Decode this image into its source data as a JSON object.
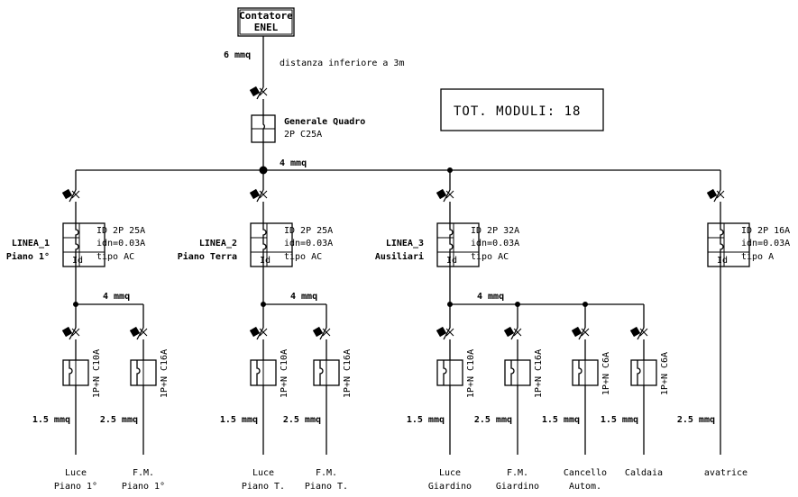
{
  "contatore": {
    "line1": "Contatore",
    "line2": "ENEL"
  },
  "supply_section": "6 mmq",
  "distance_note": "distanza inferiore a 3m",
  "totale_moduli": "TOT. MODULI: 18",
  "generale": {
    "name": "Generale Quadro",
    "rating": "2P C25A"
  },
  "bus_section": "4 mmq",
  "lines": [
    {
      "name": "LINEA_1",
      "location": "Piano 1°",
      "rating": "ID 2P 25A",
      "idn": "idn=0.03A",
      "type": "tipo AC",
      "sub_section": "4 mmq",
      "branches": [
        {
          "breaker": "1P+N C10A",
          "section": "1.5 mmq",
          "load_l1": "Luce",
          "load_l2": "Piano 1°"
        },
        {
          "breaker": "1P+N C16A",
          "section": "2.5 mmq",
          "load_l1": "F.M.",
          "load_l2": "Piano 1°"
        }
      ]
    },
    {
      "name": "LINEA_2",
      "location": "Piano Terra",
      "rating": "ID 2P 25A",
      "idn": "idn=0.03A",
      "type": "tipo AC",
      "sub_section": "4 mmq",
      "branches": [
        {
          "breaker": "1P+N C10A",
          "section": "1.5 mmq",
          "load_l1": "Luce",
          "load_l2": "Piano T."
        },
        {
          "breaker": "1P+N C16A",
          "section": "2.5 mmq",
          "load_l1": "F.M.",
          "load_l2": "Piano T."
        }
      ]
    },
    {
      "name": "LINEA_3",
      "location": "Ausiliari",
      "rating": "ID 2P 32A",
      "idn": "idn=0.03A",
      "type": "tipo AC",
      "sub_section": "4 mmq",
      "branches": [
        {
          "breaker": "1P+N C10A",
          "section": "1.5 mmq",
          "load_l1": "Luce",
          "load_l2": "Giardino"
        },
        {
          "breaker": "1P+N C16A",
          "section": "2.5 mmq",
          "load_l1": "F.M.",
          "load_l2": "Giardino"
        },
        {
          "breaker": "1P+N C6A",
          "section": "1.5 mmq",
          "load_l1": "Cancello",
          "load_l2": "Autom."
        },
        {
          "breaker": "1P+N C6A",
          "section": "1.5 mmq",
          "load_l1": "Caldaia",
          "load_l2": ""
        }
      ]
    },
    {
      "name": "",
      "location": "",
      "rating": "ID 2P 16A",
      "idn": "idn=0.03A",
      "type": "tipo A",
      "sub_section": "",
      "branches": [
        {
          "breaker": "",
          "section": "2.5 mmq",
          "load_l1": "avatrice",
          "load_l2": ""
        }
      ]
    }
  ]
}
